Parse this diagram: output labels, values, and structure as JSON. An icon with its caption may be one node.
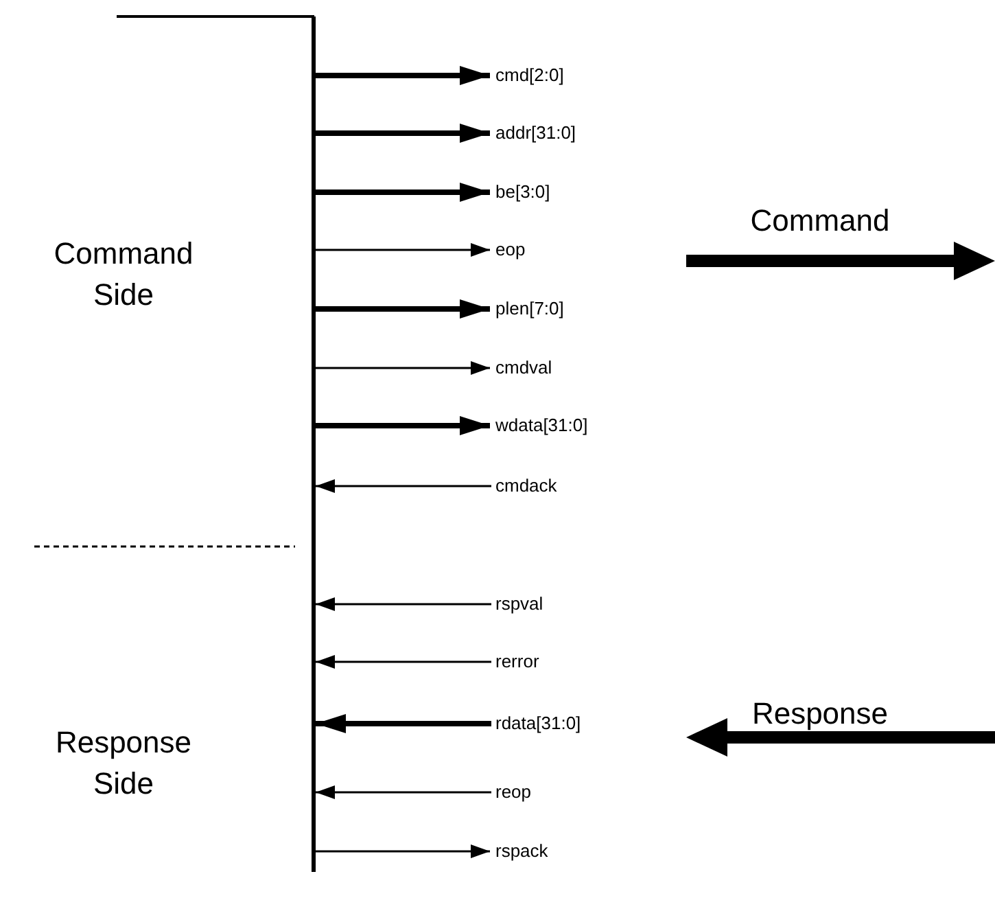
{
  "diagram": {
    "nodes": [
      {
        "text": [],
        "shape": "bar"
      },
      {
        "text": [
          "cmd[2:0]"
        ]
      },
      {
        "text": [
          "addr[31:0]"
        ]
      },
      {
        "text": [
          "be[3:0]"
        ]
      },
      {
        "text": [
          "eop"
        ]
      },
      {
        "text": [
          "plen[7:0]"
        ]
      },
      {
        "text": [
          "cmdval"
        ]
      },
      {
        "text": [
          "wdata[31:0]"
        ]
      },
      {
        "text": [
          "cmdack"
        ]
      },
      {
        "text": [
          "rspval"
        ]
      },
      {
        "text": [
          "rerror"
        ]
      },
      {
        "text": [
          "rdata[31:0]"
        ]
      },
      {
        "text": [
          "reop"
        ]
      },
      {
        "text": [
          "rspack"
        ]
      }
    ],
    "edges": [
      {
        "from": 0,
        "to": 1,
        "arrow": "to",
        "style": "thick"
      },
      {
        "from": 0,
        "to": 2,
        "arrow": "to",
        "style": "thick"
      },
      {
        "from": 0,
        "to": 3,
        "arrow": "to",
        "style": "thick"
      },
      {
        "from": 0,
        "to": 4,
        "arrow": "to"
      },
      {
        "from": 0,
        "to": 5,
        "arrow": "to",
        "style": "thick"
      },
      {
        "from": 0,
        "to": 6,
        "arrow": "to"
      },
      {
        "from": 0,
        "to": 7,
        "arrow": "to",
        "style": "thick"
      },
      {
        "from": 8,
        "to": 0,
        "arrow": "to"
      },
      {
        "from": 9,
        "to": 0,
        "arrow": "to"
      },
      {
        "from": 10,
        "to": 0,
        "arrow": "to"
      },
      {
        "from": 11,
        "to": 0,
        "arrow": "to",
        "style": "thick"
      },
      {
        "from": 12,
        "to": 0,
        "arrow": "to"
      },
      {
        "from": 0,
        "to": 13,
        "arrow": "to"
      }
    ],
    "labels": [
      "Command Side",
      "Command",
      "Response Side",
      "Response"
    ]
  }
}
